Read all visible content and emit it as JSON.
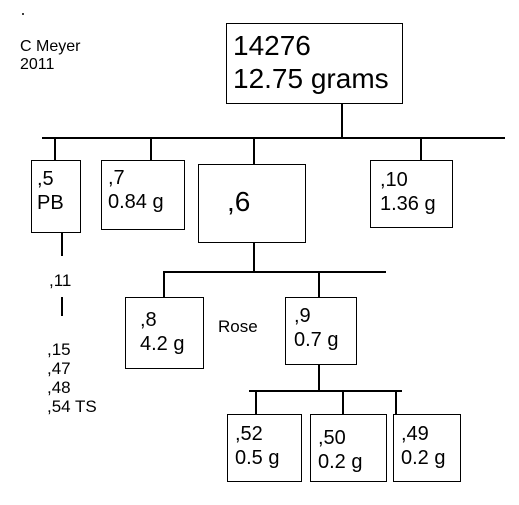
{
  "author": {
    "name": "C Meyer",
    "year": "2011"
  },
  "root": {
    "id": "14276",
    "mass": "12.75 grams"
  },
  "level1": [
    {
      "id": ",5",
      "mass": "PB"
    },
    {
      "id": ",7",
      "mass": "0.84 g"
    },
    {
      "id": ",6"
    },
    {
      "id": ",10",
      "mass": "1.36 g"
    }
  ],
  "chain": [
    ",11",
    ",15",
    ",47",
    ",48",
    ",54 TS"
  ],
  "level2": [
    {
      "id": ",8",
      "mass": "4.2 g"
    },
    {
      "id": ",9",
      "mass": "0.7 g"
    }
  ],
  "annotation": "Rose",
  "level3": [
    {
      "id": ",52",
      "mass": "0.5 g"
    },
    {
      "id": ",50",
      "mass": "0.2 g"
    },
    {
      "id": ",49",
      "mass": "0.2 g"
    }
  ]
}
